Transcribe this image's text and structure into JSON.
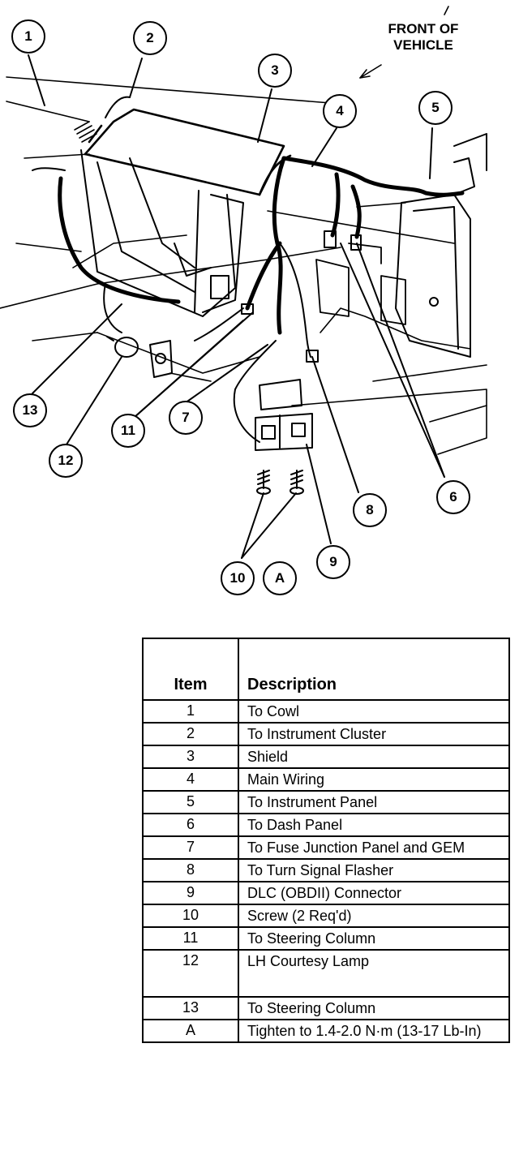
{
  "diagram": {
    "front_label": [
      "FRONT OF",
      "VEHICLE"
    ],
    "callouts": [
      "1",
      "2",
      "3",
      "4",
      "5",
      "6",
      "7",
      "8",
      "9",
      "10",
      "11",
      "12",
      "13",
      "A"
    ]
  },
  "legend": {
    "headers": {
      "item": "Item",
      "description": "Description"
    },
    "rows": [
      {
        "item": "1",
        "description": "To Cowl"
      },
      {
        "item": "2",
        "description": "To Instrument Cluster"
      },
      {
        "item": "3",
        "description": "Shield"
      },
      {
        "item": "4",
        "description": "Main Wiring"
      },
      {
        "item": "5",
        "description": "To Instrument Panel"
      },
      {
        "item": "6",
        "description": "To Dash Panel"
      },
      {
        "item": "7",
        "description": "To Fuse Junction Panel and GEM"
      },
      {
        "item": "8",
        "description": "To Turn Signal Flasher"
      },
      {
        "item": "9",
        "description": "DLC (OBDII) Connector"
      },
      {
        "item": "10",
        "description": "Screw (2 Req'd)"
      },
      {
        "item": "11",
        "description": "To Steering Column"
      },
      {
        "item": "12",
        "description": "LH Courtesy Lamp"
      },
      {
        "item": "13",
        "description": "To Steering Column"
      },
      {
        "item": "A",
        "description": "Tighten to 1.4-2.0 N·m (13-17 Lb-In)"
      }
    ]
  }
}
